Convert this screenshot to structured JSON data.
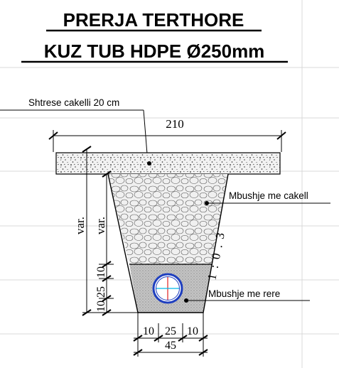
{
  "title": {
    "line1": "PRERJA TERTHORE",
    "line2": "KUZ TUB HDPE Ø250mm"
  },
  "labels": {
    "gravel_layer": "Shtrese cakelli 20 cm",
    "gravel_fill": "Mbushje me cakell",
    "sand_fill": "Mbushje me rere",
    "slope": "1 : 0 . 3"
  },
  "dimensions": {
    "top_width": "210",
    "var_outer": "var.",
    "var_inner": "var.",
    "v_stack": [
      "10",
      "25",
      "10"
    ],
    "bottom_stack": [
      "10",
      "25",
      "10"
    ],
    "bottom_width": "45"
  },
  "colors": {
    "grid": "#d9d9d9",
    "line": "#000000",
    "concrete": "#f2f2f2",
    "gravel": "#f0f0f0",
    "sand": "#bdbdbd",
    "pipe_outer": "#1f3fbf",
    "pipe_cross_v": "#e02020",
    "pipe_cross_h": "#00b8e6"
  }
}
